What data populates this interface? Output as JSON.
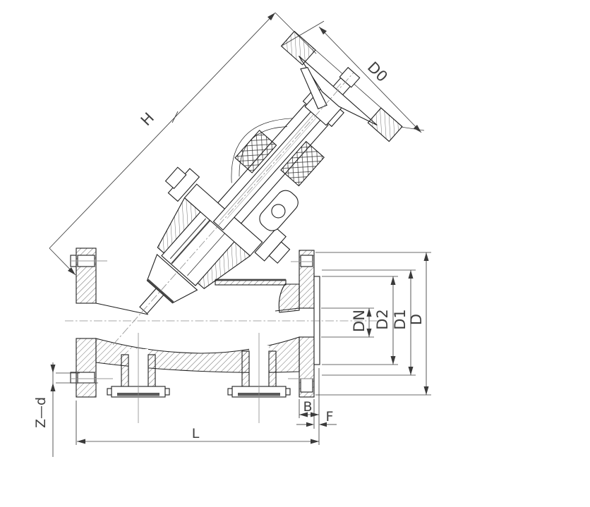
{
  "drawing": {
    "type": "technical-section",
    "description": "Inclined-stem Y-pattern flanged globe valve, sectional view with dimension callouts",
    "dimension_labels": {
      "height": "H",
      "handwheel_diameter": "D0",
      "nominal_bore": "DN",
      "raised_face_diameter": "D2",
      "bolt_circle_diameter": "D1",
      "flange_outer_diameter": "D",
      "flange_thickness": "B",
      "raised_face_height": "F",
      "face_to_face_length": "L",
      "bolt_holes": "Z—d"
    },
    "colors": {
      "line": "#1f1f1f",
      "dimension": "#3a3a3a",
      "centerline": "#8a8a8a",
      "background": "#ffffff"
    }
  }
}
